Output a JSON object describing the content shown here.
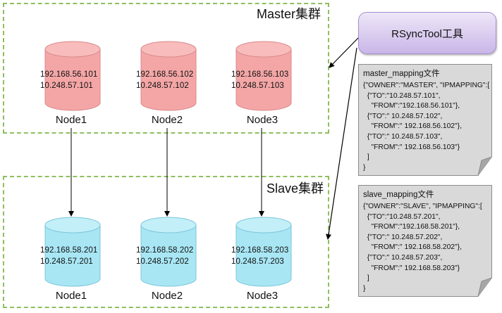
{
  "master_cluster": {
    "title": "Master集群",
    "nodes": [
      {
        "ip_primary": "192.168.56.101",
        "ip_secondary": "10.248.57.101",
        "label": "Node1"
      },
      {
        "ip_primary": "192.168.56.102",
        "ip_secondary": "10.248.57.102",
        "label": "Node2"
      },
      {
        "ip_primary": "192.168.56.103",
        "ip_secondary": "10.248.57.103",
        "label": "Node3"
      }
    ]
  },
  "slave_cluster": {
    "title": "Slave集群",
    "nodes": [
      {
        "ip_primary": "192.168.58.201",
        "ip_secondary": "10.248.57.201",
        "label": "Node1"
      },
      {
        "ip_primary": "192.168.58.202",
        "ip_secondary": "10.248.57.202",
        "label": "Node2"
      },
      {
        "ip_primary": "192.168.58.203",
        "ip_secondary": "10.248.57.203",
        "label": "Node3"
      }
    ]
  },
  "tool": {
    "label": "RSyncTool工具"
  },
  "master_mapping": {
    "title": "master_mapping文件",
    "content": "{\"OWNER\":\"MASTER\", \"IPMAPPING\":[\n  {\"TO\":\"10.248.57.101\",\n    \"FROM\":\"192.168.56.101\"},\n  {\"TO\":\" 10.248.57.102\",\n    \"FROM\":\" 192.168.56.102\"},\n  {\"TO\":\" 10.248.57.103\",\n    \"FROM\":\" 192.168.56.103\"}\n  ]\n}"
  },
  "slave_mapping": {
    "title": "slave_mapping文件",
    "content": "{\"OWNER\":\"SLAVE\", \"IPMAPPING\":[\n  {\"TO\":\"10.248.57.201\",\n    \"FROM\":\"192.168.58.201\"},\n  {\"TO\":\" 10.248.57.202\",\n    \"FROM\":\" 192.168.58.202\"},\n  {\"TO\":\" 10.248.57.203\",\n    \"FROM\":\" 192.168.58.203\"}\n  ]\n}"
  },
  "colors": {
    "master_node": "#f4a6a6",
    "slave_node": "#a8e6f4",
    "cluster_border": "#8fbf5f",
    "tool_fill": "#d9ccef",
    "doc_fill": "#d9d9d9"
  }
}
